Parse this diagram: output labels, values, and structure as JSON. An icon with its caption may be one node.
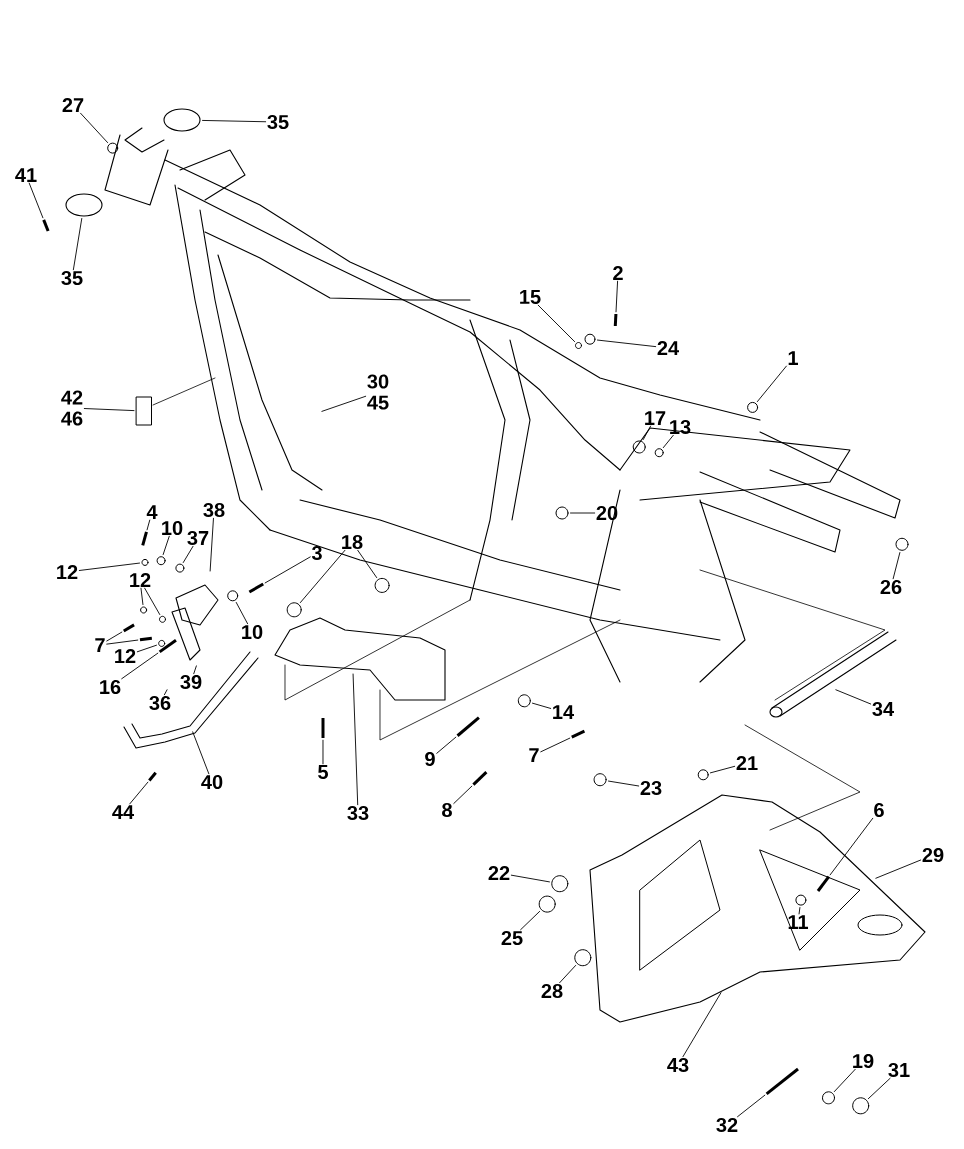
{
  "diagram": {
    "nodes": [
      {
        "text": [
          "27"
        ]
      },
      {
        "text": [
          "35"
        ]
      },
      {
        "text": [
          "41"
        ]
      },
      {
        "text": [
          "35"
        ]
      },
      {
        "text": [
          "2"
        ]
      },
      {
        "text": [
          "15"
        ]
      },
      {
        "text": [
          "24"
        ]
      },
      {
        "text": [
          "1"
        ]
      },
      {
        "text": [
          "30",
          "45"
        ]
      },
      {
        "text": [
          "42",
          "46"
        ]
      },
      {
        "text": [
          "17"
        ]
      },
      {
        "text": [
          "13"
        ]
      },
      {
        "text": [
          "4"
        ]
      },
      {
        "text": [
          "10"
        ]
      },
      {
        "text": [
          "38"
        ]
      },
      {
        "text": [
          "37"
        ]
      },
      {
        "text": [
          "20"
        ]
      },
      {
        "text": [
          "12"
        ]
      },
      {
        "text": [
          "18"
        ]
      },
      {
        "text": [
          "3"
        ]
      },
      {
        "text": [
          "12"
        ]
      },
      {
        "text": [
          "26"
        ]
      },
      {
        "text": [
          "7"
        ]
      },
      {
        "text": [
          "10"
        ]
      },
      {
        "text": [
          "12"
        ]
      },
      {
        "text": [
          "16"
        ]
      },
      {
        "text": [
          "36"
        ]
      },
      {
        "text": [
          "39"
        ]
      },
      {
        "text": [
          "34"
        ]
      },
      {
        "text": [
          "14"
        ]
      },
      {
        "text": [
          "5"
        ]
      },
      {
        "text": [
          "9"
        ]
      },
      {
        "text": [
          "7"
        ]
      },
      {
        "text": [
          "40"
        ]
      },
      {
        "text": [
          "23"
        ]
      },
      {
        "text": [
          "21"
        ]
      },
      {
        "text": [
          "33"
        ]
      },
      {
        "text": [
          "8"
        ]
      },
      {
        "text": [
          "44"
        ]
      },
      {
        "text": [
          "6"
        ]
      },
      {
        "text": [
          "29"
        ]
      },
      {
        "text": [
          "22"
        ]
      },
      {
        "text": [
          "11"
        ]
      },
      {
        "text": [
          "25"
        ]
      },
      {
        "text": [
          "28"
        ]
      },
      {
        "text": [
          "43"
        ]
      },
      {
        "text": [
          "19"
        ]
      },
      {
        "text": [
          "32"
        ]
      },
      {
        "text": [
          "31"
        ]
      },
      {
        "text": [],
        "shape": "circle"
      },
      {
        "text": [],
        "shape": "ellipse"
      },
      {
        "text": [],
        "shape": "bar"
      },
      {
        "text": [],
        "shape": "ellipse"
      },
      {
        "text": [],
        "shape": "bar"
      },
      {
        "text": [],
        "shape": "circle"
      },
      {
        "text": [],
        "shape": "circle"
      },
      {
        "text": [],
        "shape": "circle"
      },
      {
        "text": [],
        "shape": "box"
      },
      {
        "text": [],
        "shape": "circle"
      },
      {
        "text": [],
        "shape": "circle"
      },
      {
        "text": [],
        "shape": "bar"
      },
      {
        "text": [],
        "shape": "circle"
      },
      {
        "text": [],
        "shape": "circle"
      },
      {
        "text": [],
        "shape": "circle"
      },
      {
        "text": [],
        "shape": "circle"
      },
      {
        "text": [],
        "shape": "circle"
      },
      {
        "text": [],
        "shape": "circle"
      },
      {
        "text": [],
        "shape": "bar"
      },
      {
        "text": [],
        "shape": "circle"
      },
      {
        "text": [],
        "shape": "circle"
      },
      {
        "text": [],
        "shape": "circle"
      },
      {
        "text": [],
        "shape": "bar"
      },
      {
        "text": [],
        "shape": "bar"
      },
      {
        "text": [],
        "shape": "circle"
      },
      {
        "text": [],
        "shape": "circle"
      },
      {
        "text": [],
        "shape": "bar"
      },
      {
        "text": [],
        "shape": "circle"
      },
      {
        "text": [],
        "shape": "bar"
      },
      {
        "text": [],
        "shape": "bar"
      },
      {
        "text": [],
        "shape": "bar"
      },
      {
        "text": [],
        "shape": "circle"
      },
      {
        "text": [],
        "shape": "circle"
      },
      {
        "text": [],
        "shape": "bar"
      },
      {
        "text": [],
        "shape": "bar"
      },
      {
        "text": [],
        "shape": "bar"
      },
      {
        "text": [],
        "shape": "circle"
      },
      {
        "text": [],
        "shape": "circle"
      },
      {
        "text": [],
        "shape": "circle"
      },
      {
        "text": [],
        "shape": "circle"
      },
      {
        "text": [],
        "shape": "circle"
      },
      {
        "text": [],
        "shape": "bar"
      },
      {
        "text": [],
        "shape": "circle"
      }
    ],
    "edges": [
      {
        "from": 0,
        "to": 49,
        "arrow": "none"
      },
      {
        "from": 1,
        "to": 50,
        "arrow": "none"
      },
      {
        "from": 2,
        "to": 51,
        "arrow": "none"
      },
      {
        "from": 3,
        "to": 52,
        "arrow": "none"
      },
      {
        "from": 4,
        "to": 53,
        "arrow": "none"
      },
      {
        "from": 5,
        "to": 54,
        "arrow": "none"
      },
      {
        "from": 6,
        "to": 55,
        "arrow": "none"
      },
      {
        "from": 7,
        "to": 56,
        "arrow": "none"
      },
      {
        "from": 8,
        "to": null,
        "arrow": "none"
      },
      {
        "from": 9,
        "to": 57,
        "arrow": "none"
      },
      {
        "from": 10,
        "to": 58,
        "arrow": "none"
      },
      {
        "from": 11,
        "to": 59,
        "arrow": "none"
      },
      {
        "from": 12,
        "to": 60,
        "arrow": "none"
      },
      {
        "from": 13,
        "to": 61,
        "arrow": "none"
      },
      {
        "from": 14,
        "to": null,
        "arrow": "none"
      },
      {
        "from": 15,
        "to": 62,
        "arrow": "none"
      },
      {
        "from": 16,
        "to": 63,
        "arrow": "none"
      },
      {
        "from": 17,
        "to": 64,
        "arrow": "none"
      },
      {
        "from": 18,
        "to": 65,
        "arrow": "none"
      },
      {
        "from": 18,
        "to": 66,
        "arrow": "none"
      },
      {
        "from": 19,
        "to": 67,
        "arrow": "none"
      },
      {
        "from": 20,
        "to": 68,
        "arrow": "none"
      },
      {
        "from": 20,
        "to": 69,
        "arrow": "none"
      },
      {
        "from": 21,
        "to": 70,
        "arrow": "none"
      },
      {
        "from": 22,
        "to": 71,
        "arrow": "none"
      },
      {
        "from": 22,
        "to": 72,
        "arrow": "none"
      },
      {
        "from": 23,
        "to": 73,
        "arrow": "none"
      },
      {
        "from": 24,
        "to": 74,
        "arrow": "none"
      },
      {
        "from": 25,
        "to": 75,
        "arrow": "none"
      },
      {
        "from": 26,
        "to": null,
        "arrow": "none"
      },
      {
        "from": 27,
        "to": null,
        "arrow": "none"
      },
      {
        "from": 28,
        "to": null,
        "arrow": "none"
      },
      {
        "from": 29,
        "to": 76,
        "arrow": "none"
      },
      {
        "from": 30,
        "to": 77,
        "arrow": "none"
      },
      {
        "from": 31,
        "to": 78,
        "arrow": "none"
      },
      {
        "from": 32,
        "to": 79,
        "arrow": "none"
      },
      {
        "from": 33,
        "to": null,
        "arrow": "none"
      },
      {
        "from": 34,
        "to": 80,
        "arrow": "none"
      },
      {
        "from": 35,
        "to": 81,
        "arrow": "none"
      },
      {
        "from": 36,
        "to": null,
        "arrow": "none"
      },
      {
        "from": 37,
        "to": 82,
        "arrow": "none"
      },
      {
        "from": 38,
        "to": 83,
        "arrow": "none"
      },
      {
        "from": 39,
        "to": 84,
        "arrow": "none"
      },
      {
        "from": 40,
        "to": null,
        "arrow": "none"
      },
      {
        "from": 41,
        "to": 85,
        "arrow": "none"
      },
      {
        "from": 42,
        "to": 86,
        "arrow": "none"
      },
      {
        "from": 43,
        "to": 87,
        "arrow": "none"
      },
      {
        "from": 44,
        "to": 88,
        "arrow": "none"
      },
      {
        "from": 45,
        "to": null,
        "arrow": "none"
      },
      {
        "from": 46,
        "to": 89,
        "arrow": "none"
      },
      {
        "from": 47,
        "to": 90,
        "arrow": "none"
      },
      {
        "from": 48,
        "to": 91,
        "arrow": "none"
      }
    ]
  }
}
